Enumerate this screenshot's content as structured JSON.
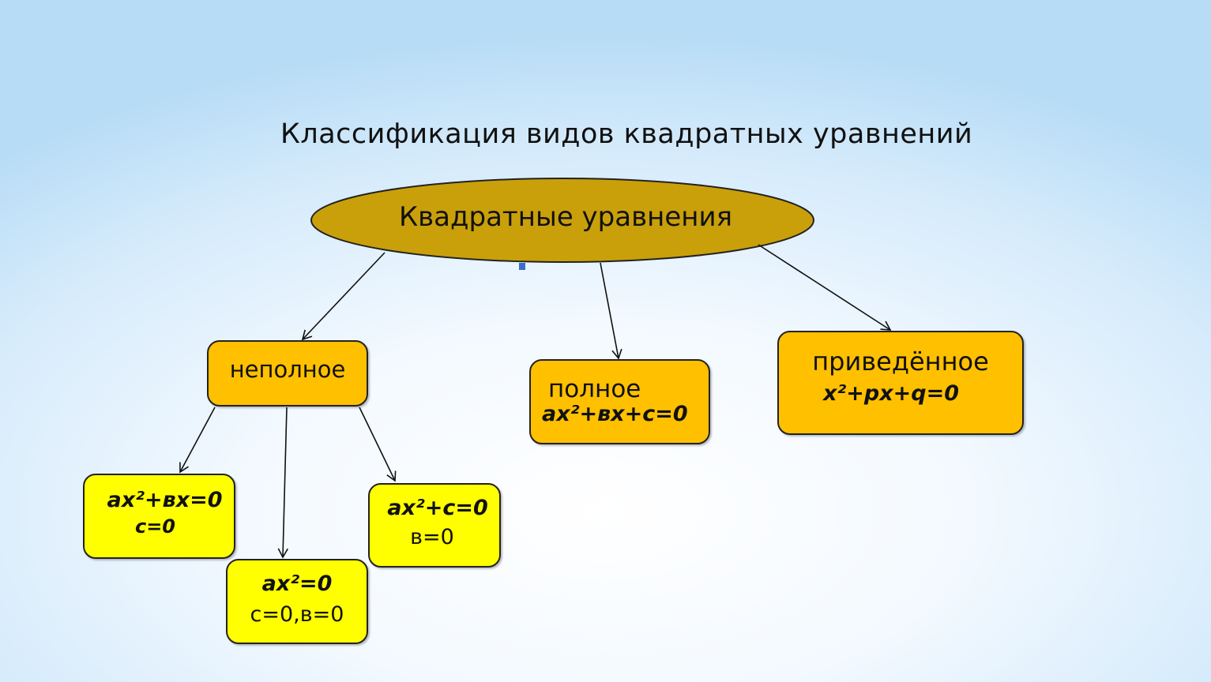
{
  "title": "Классификация видов квадратных уравнений",
  "root": {
    "label": "Квадратные уравнения",
    "color": "#c9a00a"
  },
  "incomplete": {
    "label": "неполное",
    "color": "#ffc000"
  },
  "complete": {
    "label": "полное",
    "equation": "ax²+вx+c=0"
  },
  "reduced": {
    "label": "приведённое",
    "equation": "x²+px+q=0"
  },
  "subtypes": [
    {
      "equation": "ax²+вx=0",
      "condition": "c=0",
      "color": "#ffff00"
    },
    {
      "equation": "ax²=0",
      "condition": "c=0,в=0"
    },
    {
      "equation": "ax²+c=0",
      "condition": "в=0"
    }
  ]
}
